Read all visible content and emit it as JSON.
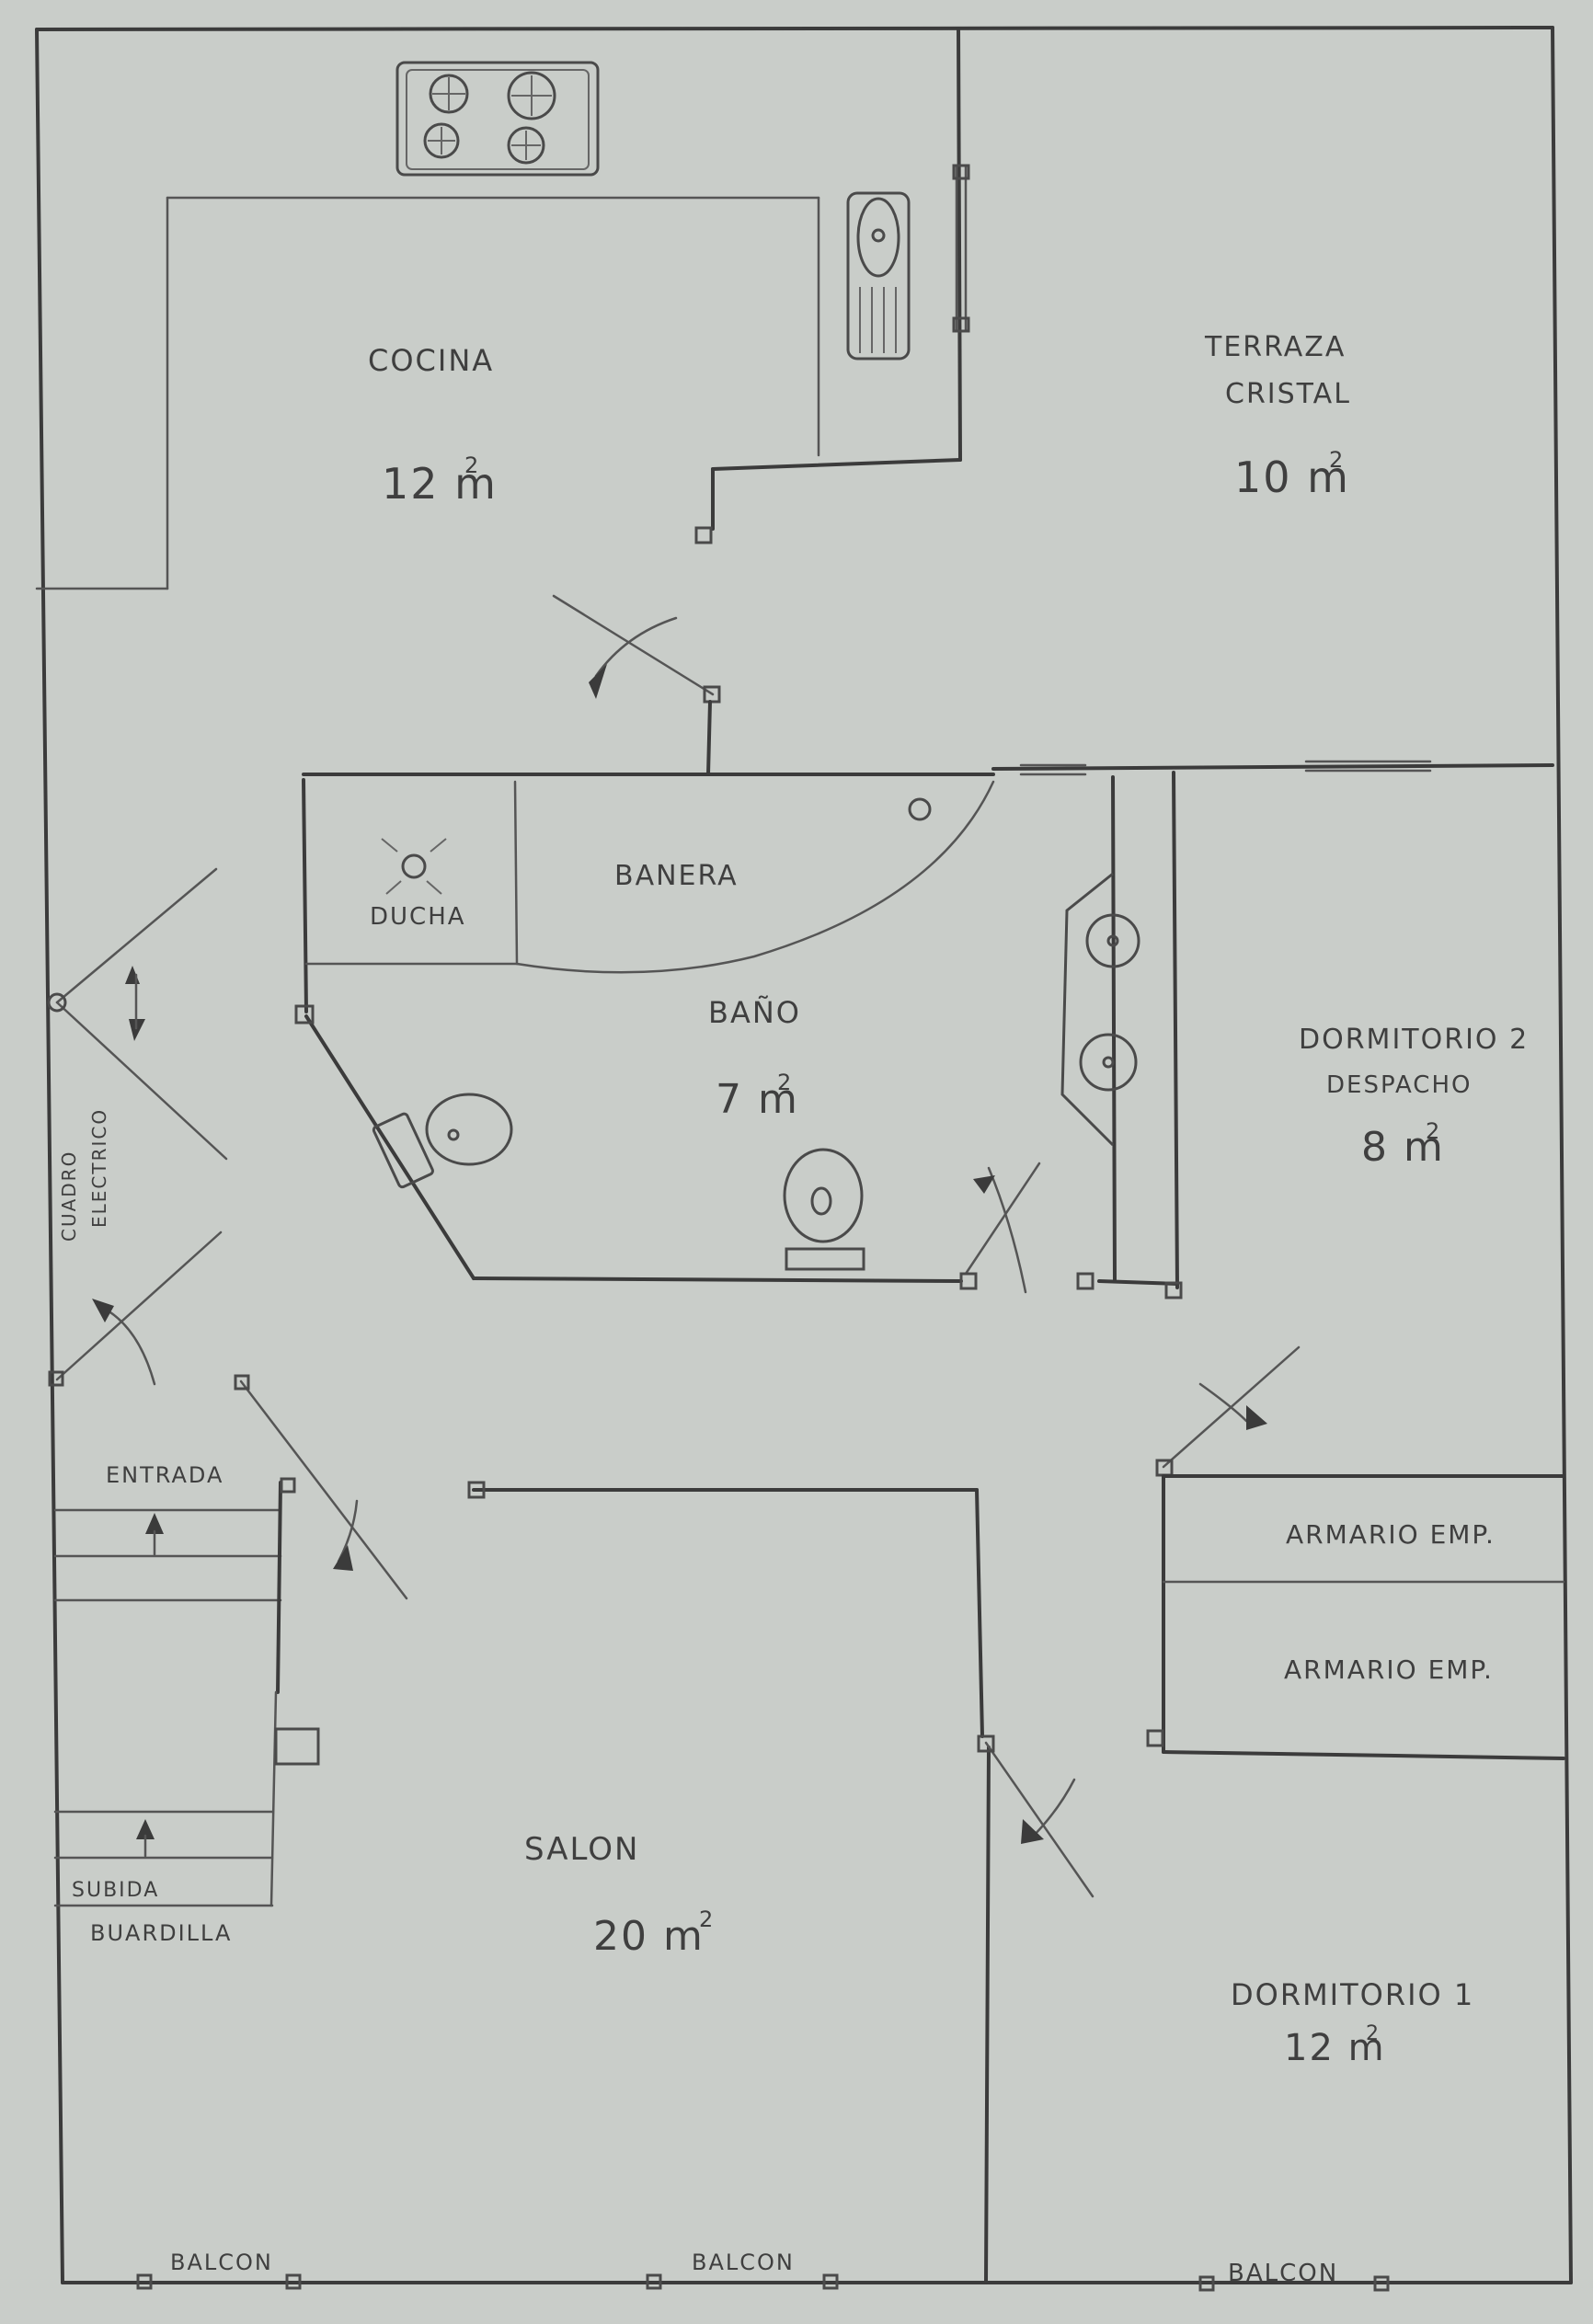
{
  "rooms": {
    "kitchen": {
      "name": "COCINA",
      "area": "12 m",
      "sup": "2"
    },
    "terrace": {
      "name_line1": "TERRAZA",
      "name_line2": "CRISTAL",
      "area": "10 m",
      "sup": "2"
    },
    "bathroom": {
      "name": "BAÑO",
      "area": "7 m",
      "sup": "2",
      "shower": "DUCHA",
      "bathtub": "BANERA"
    },
    "bedroom2": {
      "name_line1": "DORMITORIO 2",
      "name_line2": "DESPACHO",
      "area": "8 m",
      "sup": "2"
    },
    "living": {
      "name": "SALON",
      "area": "20 m",
      "sup": "2"
    },
    "bedroom1": {
      "name": "DORMITORIO 1",
      "area": "12 m",
      "sup": "2",
      "wardrobe_top": "ARMARIO EMP.",
      "wardrobe_bottom": "ARMARIO EMP."
    }
  },
  "labels": {
    "electrical_panel_line1": "CUADRO",
    "electrical_panel_line2": "ELECTRICO",
    "entrance": "ENTRADA",
    "attic_line1": "SUBIDA",
    "attic_line2": "BUARDILLA",
    "balcony_left": "BALCON",
    "balcony_center": "BALCON",
    "balcony_right": "BALCON"
  },
  "colors": {
    "paper": "#c9cdc9",
    "pencil": "#3b3b3b"
  }
}
